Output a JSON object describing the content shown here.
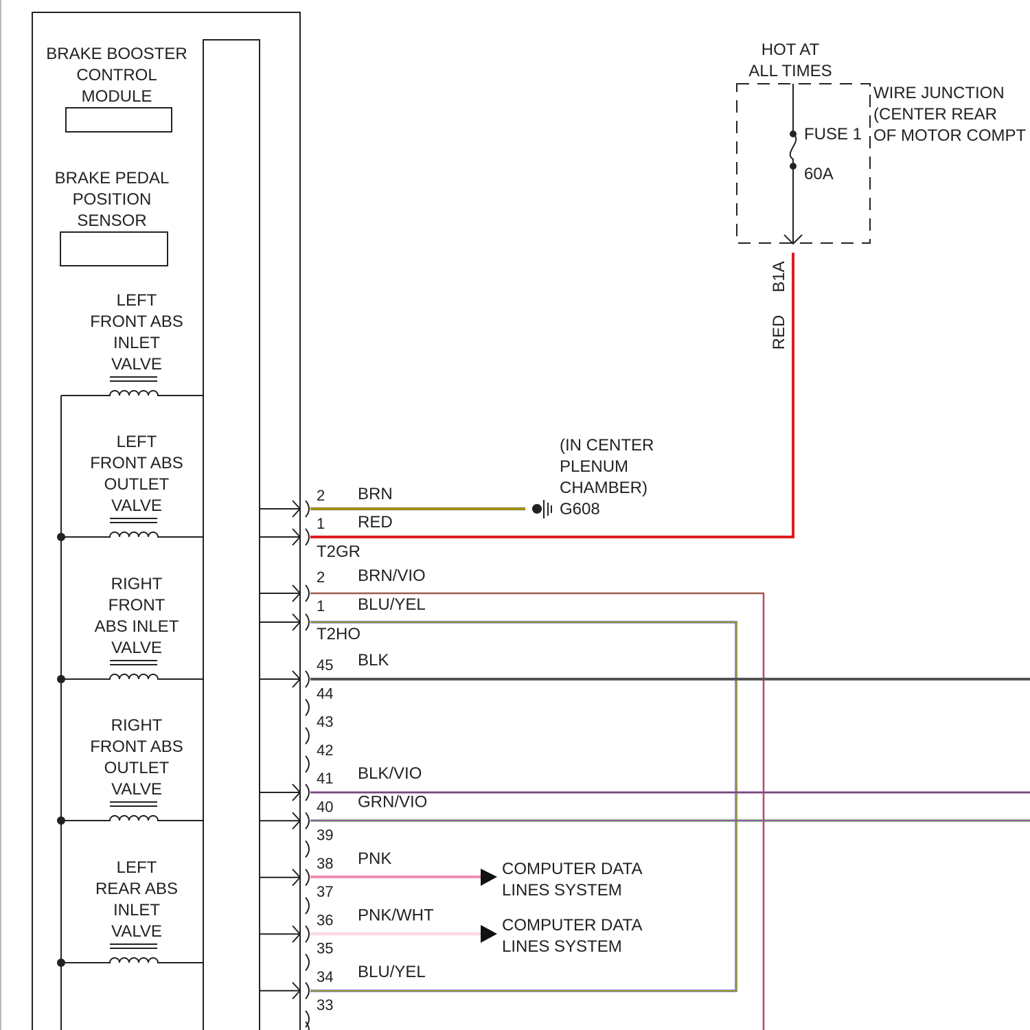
{
  "module_labels": {
    "brake_booster": [
      "BRAKE BOOSTER",
      "CONTROL",
      "MODULE"
    ],
    "brake_pedal": [
      "BRAKE PEDAL",
      "POSITION",
      "SENSOR"
    ]
  },
  "valves": [
    {
      "lines": [
        "LEFT",
        "FRONT ABS",
        "INLET",
        "VALVE"
      ]
    },
    {
      "lines": [
        "LEFT",
        "FRONT ABS",
        "OUTLET",
        "VALVE"
      ]
    },
    {
      "lines": [
        "RIGHT",
        "FRONT",
        "ABS INLET",
        "VALVE"
      ]
    },
    {
      "lines": [
        "RIGHT",
        "FRONT ABS",
        "OUTLET",
        "VALVE"
      ]
    },
    {
      "lines": [
        "LEFT",
        "REAR ABS",
        "INLET",
        "VALVE"
      ]
    }
  ],
  "power": {
    "hot_label": [
      "HOT AT",
      "ALL TIMES"
    ],
    "junction_label": [
      "WIRE JUNCTION",
      "(CENTER REAR",
      "OF MOTOR COMPT"
    ],
    "fuse_name": "FUSE 1",
    "fuse_rating": "60A",
    "terminal": "B1A",
    "wire_color": "RED"
  },
  "ground": {
    "location": [
      "(IN CENTER",
      "PLENUM",
      "CHAMBER)"
    ],
    "name": "G608"
  },
  "connectors": {
    "t2gr": {
      "name": "T2GR",
      "pins": [
        {
          "num": "2",
          "wire": "BRN"
        },
        {
          "num": "1",
          "wire": "RED"
        }
      ]
    },
    "t2ho": {
      "name": "T2HO",
      "pins": [
        {
          "num": "2",
          "wire": "BRN/VIO"
        },
        {
          "num": "1",
          "wire": "BLU/YEL"
        }
      ]
    },
    "main": {
      "pins": [
        {
          "num": "45",
          "wire": "BLK"
        },
        {
          "num": "44",
          "wire": ""
        },
        {
          "num": "43",
          "wire": ""
        },
        {
          "num": "42",
          "wire": ""
        },
        {
          "num": "41",
          "wire": "BLK/VIO"
        },
        {
          "num": "40",
          "wire": "GRN/VIO"
        },
        {
          "num": "39",
          "wire": ""
        },
        {
          "num": "38",
          "wire": "PNK"
        },
        {
          "num": "37",
          "wire": ""
        },
        {
          "num": "36",
          "wire": "PNK/WHT"
        },
        {
          "num": "35",
          "wire": ""
        },
        {
          "num": "34",
          "wire": "BLU/YEL"
        },
        {
          "num": "33",
          "wire": ""
        }
      ]
    }
  },
  "destinations": {
    "pin38": [
      "COMPUTER DATA",
      "LINES SYSTEM"
    ],
    "pin36": [
      "COMPUTER DATA",
      "LINES SYSTEM"
    ]
  },
  "colors": {
    "red": "#e01b22",
    "brn": "#6e5a1e",
    "blk": "#555555",
    "blu": "#1a1aa8",
    "pnk": "#f08cb4",
    "vio": "#b040c0",
    "grn": "#3c9a3c",
    "yel": "#c8c800",
    "line": "#222222"
  }
}
